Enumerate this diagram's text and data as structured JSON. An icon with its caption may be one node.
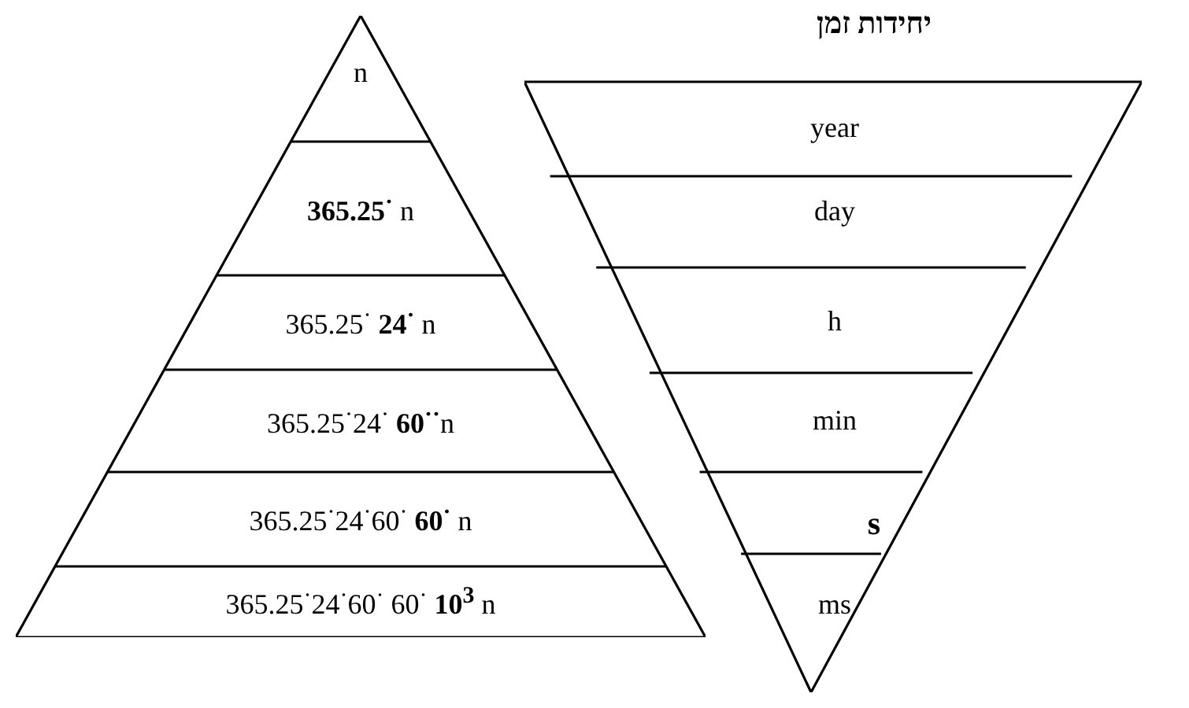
{
  "diagram": {
    "nodes": [
      {
        "text": [],
        "shape": "triangle"
      },
      {
        "text": [
          "n"
        ],
        "in": 0
      },
      {
        "text": [
          "**365.25**$^{·}$ n"
        ],
        "in": 0
      },
      {
        "text": [
          "365.25$^{·}$ **24**$^{·}$ n"
        ],
        "in": 0
      },
      {
        "text": [
          "365.25$^{·}$24$^{·}$ **60**$^{··}$n"
        ],
        "in": 0
      },
      {
        "text": [
          "365.25$^{·}$24$^{·}$60$^{·}$ **60**$^{·}$ n"
        ],
        "in": 0
      },
      {
        "text": [
          "365.25$^{·}$24$^{·}$60$^{·}$ 60$^{·}$ **10**$^{3}$ n"
        ],
        "in": 0
      },
      {
        "text": [
          "יחידות זמן"
        ]
      },
      {
        "text": [
          "year"
        ],
        "in": 7
      },
      {
        "text": [
          "day"
        ],
        "in": 7
      },
      {
        "text": [
          "h"
        ],
        "in": 7
      },
      {
        "text": [
          "min"
        ],
        "in": 7
      },
      {
        "text": [
          "s"
        ],
        "in": 7
      },
      {
        "text": [
          "ms"
        ],
        "in": 7
      }
    ],
    "edges": []
  }
}
